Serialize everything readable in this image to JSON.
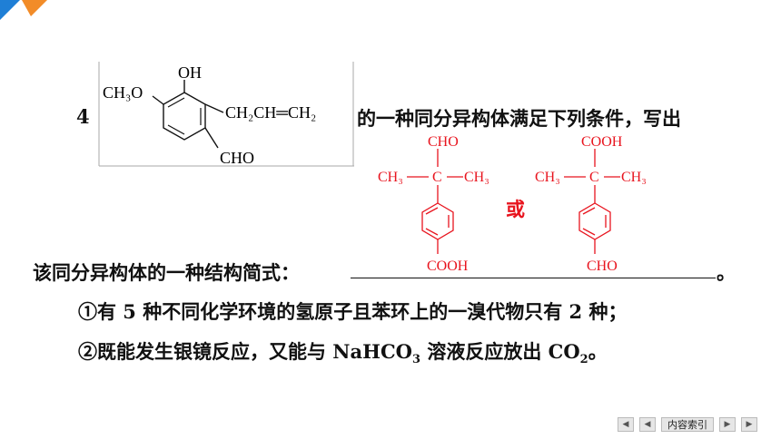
{
  "question": {
    "number": "4",
    "structure_labels": {
      "methoxy": "CH₃O",
      "hydroxyl": "OH",
      "allyl": "CH₂CH═CH₂",
      "aldehyde": "CHO"
    },
    "stem_suffix": "的一种同分异构体满足下列条件，写出",
    "prompt": "该同分异构体的一种结构简式：",
    "period": "。",
    "condition1": "①有 5 种不同化学环境的氢原子且苯环上的一溴代物只有 2 种；",
    "condition2_main": "②既能发生银镜反应，又能与 NaHCO",
    "condition2_sub1": "3",
    "condition2_mid": " 溶液反应放出 CO",
    "condition2_sub2": "2",
    "condition2_end": "。"
  },
  "answer": {
    "left": {
      "top_group": "CHO",
      "methyl_left": "CH₃",
      "methyl_right": "CH₃",
      "bottom_group": "COOH"
    },
    "or": "或",
    "right": {
      "top_group": "COOH",
      "methyl_left": "CH₃",
      "methyl_right": "CH₃",
      "bottom_group": "CHO"
    },
    "color": "#e8141e"
  },
  "nav": {
    "first": "◀",
    "prev": "◀",
    "index_label": "内容索引",
    "next": "▶",
    "last": "▶"
  },
  "colors": {
    "corner_blue": "#1f7fd6",
    "corner_orange": "#f28c28"
  }
}
